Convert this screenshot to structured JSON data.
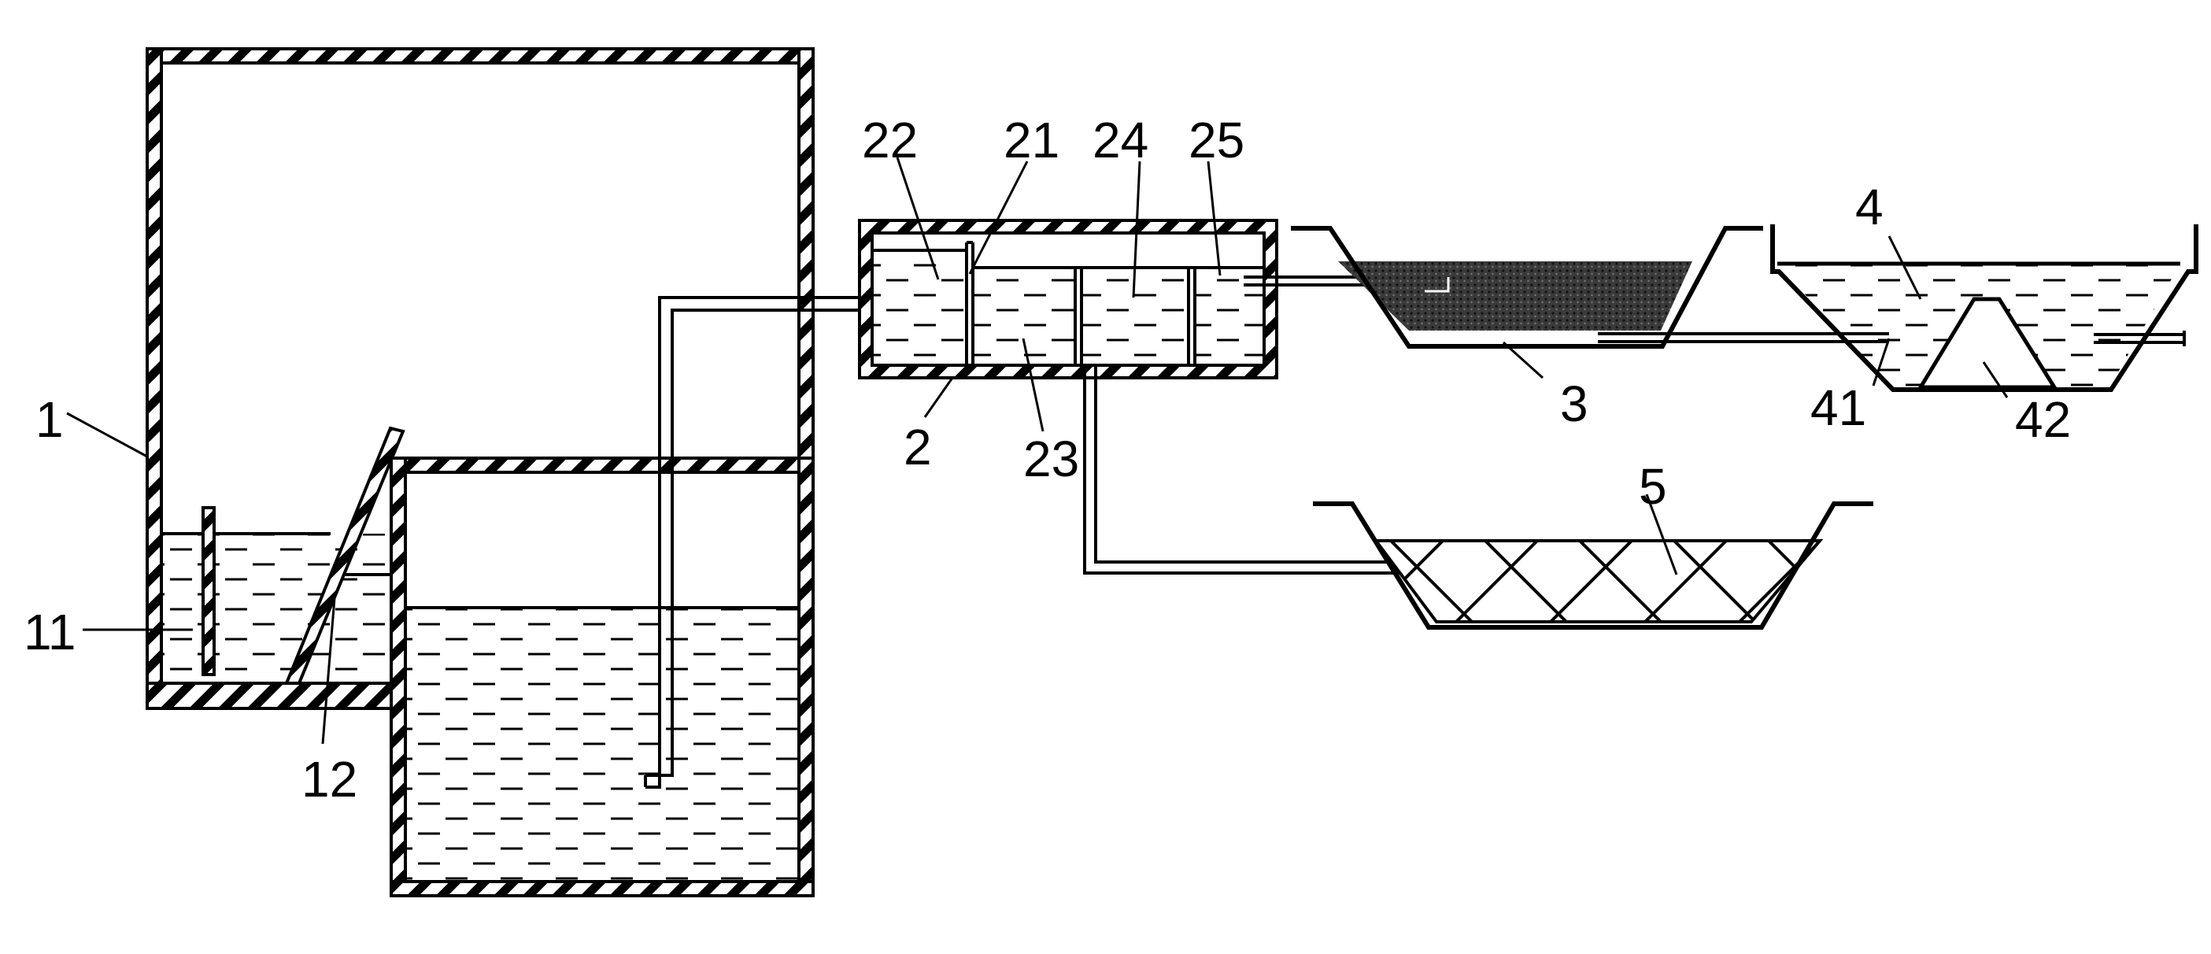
{
  "labels": {
    "l1": "1",
    "l11": "11",
    "l12": "12",
    "l2": "2",
    "l21": "21",
    "l22": "22",
    "l23": "23",
    "l24": "24",
    "l25": "25",
    "l3": "3",
    "l4": "4",
    "l41": "41",
    "l42": "42",
    "l5": "5"
  },
  "colors": {
    "line": "#000000",
    "background": "#ffffff",
    "sludge": "#3a3a3a"
  }
}
